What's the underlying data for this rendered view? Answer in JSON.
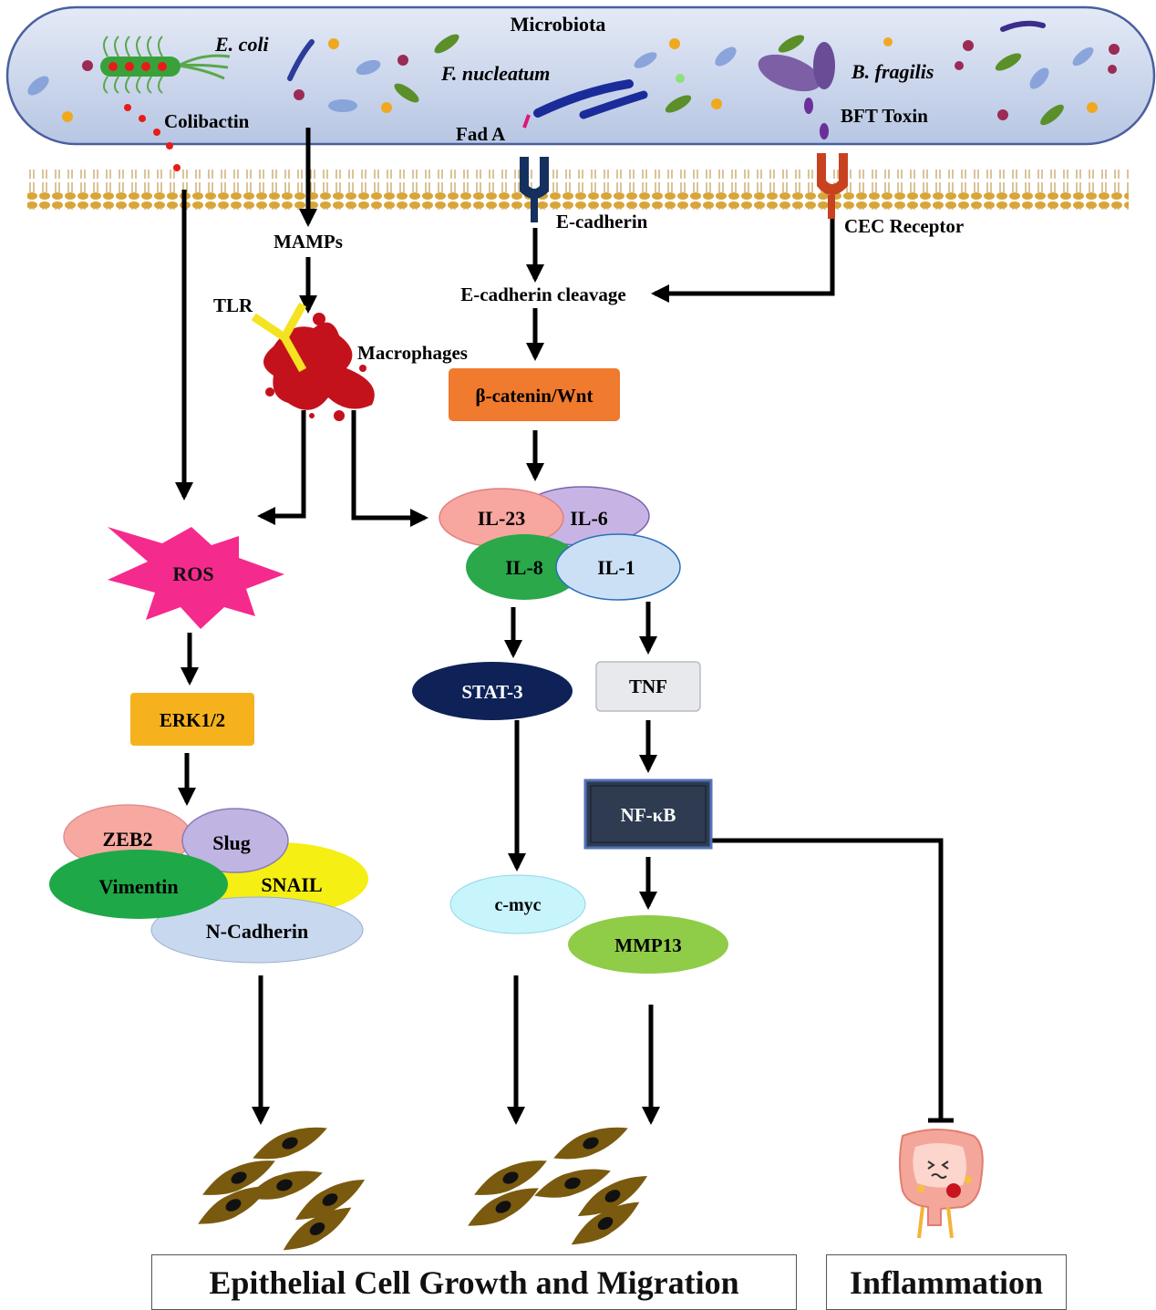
{
  "lumen": {
    "title": "Microbiota",
    "ecoli": "E. coli",
    "fnucleatum": "F. nucleatum",
    "bfragilis": "B. fragilis",
    "colibactin": "Colibactin",
    "fada": "Fad A",
    "bft_toxin": "BFT Toxin"
  },
  "membrane": {
    "ecadherin": "E-cadherin",
    "cec_receptor": "CEC Receptor"
  },
  "nodes": {
    "mamps": "MAMPs",
    "tlr": "TLR",
    "macrophages": "Macrophages",
    "ecad_cleavage": "E-cadherin cleavage",
    "beta_catenin": "β-catenin/Wnt",
    "il23": "IL-23",
    "il6": "IL-6",
    "il8": "IL-8",
    "il1": "IL-1",
    "ros": "ROS",
    "erk": "ERK1/2",
    "zeb2": "ZEB2",
    "slug": "Slug",
    "vimentin": "Vimentin",
    "snail": "SNAIL",
    "ncadherin": "N-Cadherin",
    "stat3": "STAT-3",
    "tnf": "TNF",
    "nfkb": "NF-κB",
    "cmyc": "c-myc",
    "mmp13": "MMP13"
  },
  "outcomes": {
    "growth": "Epithelial Cell Growth and Migration",
    "inflammation": "Inflammation"
  },
  "colors": {
    "lumen_fill": "#cdd9ee",
    "lumen_stroke": "#4a5f9e",
    "membrane_head": "#d7a53a",
    "ecadherin": "#15305e",
    "cec": "#c8421f",
    "macrophage": "#c4121c",
    "tlr": "#f4e320",
    "beta_catenin": "#f07a2e",
    "il23": "#f7a6a0",
    "il6": "#c8b4e4",
    "il8": "#2aa84a",
    "il1": "#cce0f5",
    "ros": "#f52a8d",
    "erk": "#f6b21d",
    "zeb2": "#f7a8a0",
    "slug": "#c0b4e2",
    "vimentin": "#1fa848",
    "snail": "#f5ef14",
    "ncadherin": "#c8d8ee",
    "stat3": "#0e2257",
    "tnf": "#e7e9ec",
    "nfkb": "#2e3b50",
    "cmyc": "#c8f4fb",
    "mmp13": "#8fcc48",
    "cells": "#7a5a0e"
  }
}
